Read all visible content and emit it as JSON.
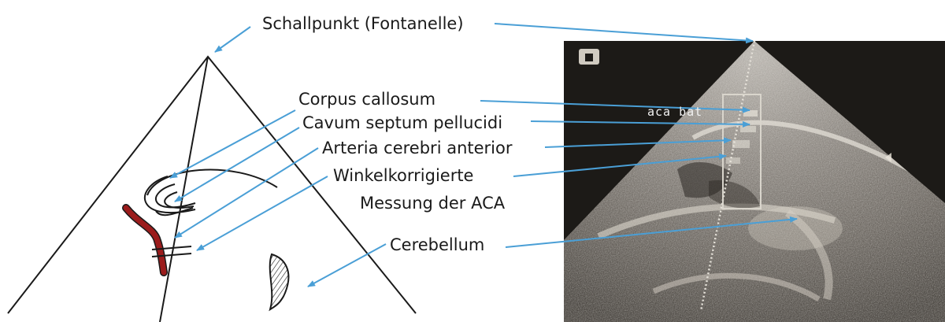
{
  "labels": {
    "schallpunkt": "Schallpunkt (Fontanelle)",
    "corpus_callosum": "Corpus callosum",
    "cavum_septum": "Cavum septum pellucidi",
    "arteria_cerebri": "Arteria cerebri anterior",
    "winkel_line1": "Winkelkorrigierte",
    "winkel_line2": "Messung der ACA",
    "cerebellum": "Cerebellum"
  },
  "ultrasound": {
    "overlay_text": "aca bat",
    "logo": "ge-logo-icon"
  },
  "colors": {
    "arrow": "#4a9fd6",
    "artery": "#9b1c1c",
    "ink": "#1a1a1a",
    "scan_bg": "#1c1a17"
  }
}
